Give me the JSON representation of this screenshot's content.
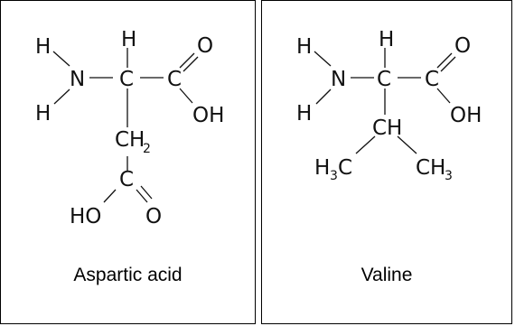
{
  "molecules": [
    {
      "name": "Aspartic acid",
      "atoms": {
        "h_top": "H",
        "h_nl": "H",
        "n": "N",
        "h_nb": "H",
        "c_alpha": "C",
        "c_carboxyl": "C",
        "o_dbl": "O",
        "oh": "OH",
        "c_beta": "CH",
        "c_beta_sub": "2",
        "c_side": "C",
        "ho_side": "HO",
        "o_side": "O"
      }
    },
    {
      "name": "Valine",
      "atoms": {
        "h_top": "H",
        "h_nl": "H",
        "n": "N",
        "h_nb": "H",
        "c_alpha": "C",
        "c_carboxyl": "C",
        "o_dbl": "O",
        "oh": "OH",
        "c_beta": "CH",
        "ch3_left": "H",
        "ch3_left_sub": "3",
        "ch3_left_c": "C",
        "ch3_right": "CH",
        "ch3_right_sub": "3"
      }
    }
  ]
}
